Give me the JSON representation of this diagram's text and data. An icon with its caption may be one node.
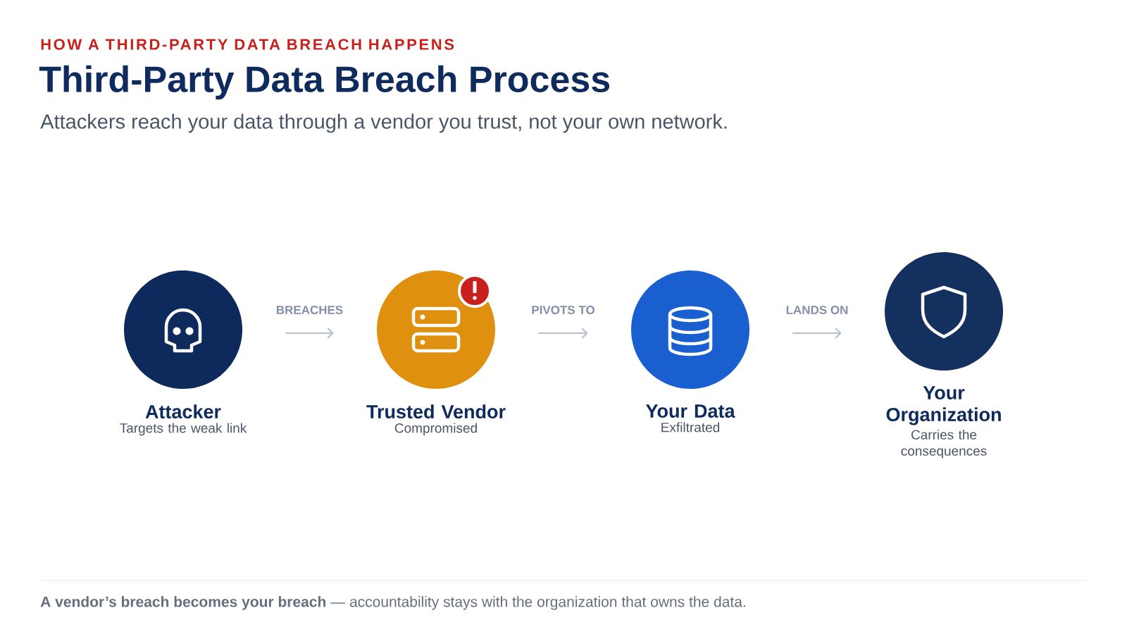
{
  "diagram": {
    "title": "Third-Party Data Breach Process",
    "nodes": [
      {
        "text": [
          "Attacker",
          "Targets the weak link"
        ]
      },
      {
        "text": [
          "Trusted Vendor",
          "Compromised"
        ]
      },
      {
        "text": [
          "Your Data",
          "Exfiltrated"
        ]
      },
      {
        "text": [
          "Your Organization",
          "Carries the consequences"
        ]
      }
    ],
    "edges": [
      {
        "from": 0,
        "to": 1,
        "arrow": "to",
        "label": "BREACHES"
      },
      {
        "from": 1,
        "to": 2,
        "arrow": "to",
        "label": "PIVOTS TO"
      },
      {
        "from": 2,
        "to": 3,
        "arrow": "to",
        "label": "LANDS ON"
      }
    ],
    "labels": [
      "HOW A THIRD-PARTY DATA BREACH HAPPENS",
      "Attackers reach your data through a vendor you trust, not your own network."
    ],
    "caption": "**A vendor’s breach becomes your breach** — accountability stays with the organization that owns the data."
  }
}
